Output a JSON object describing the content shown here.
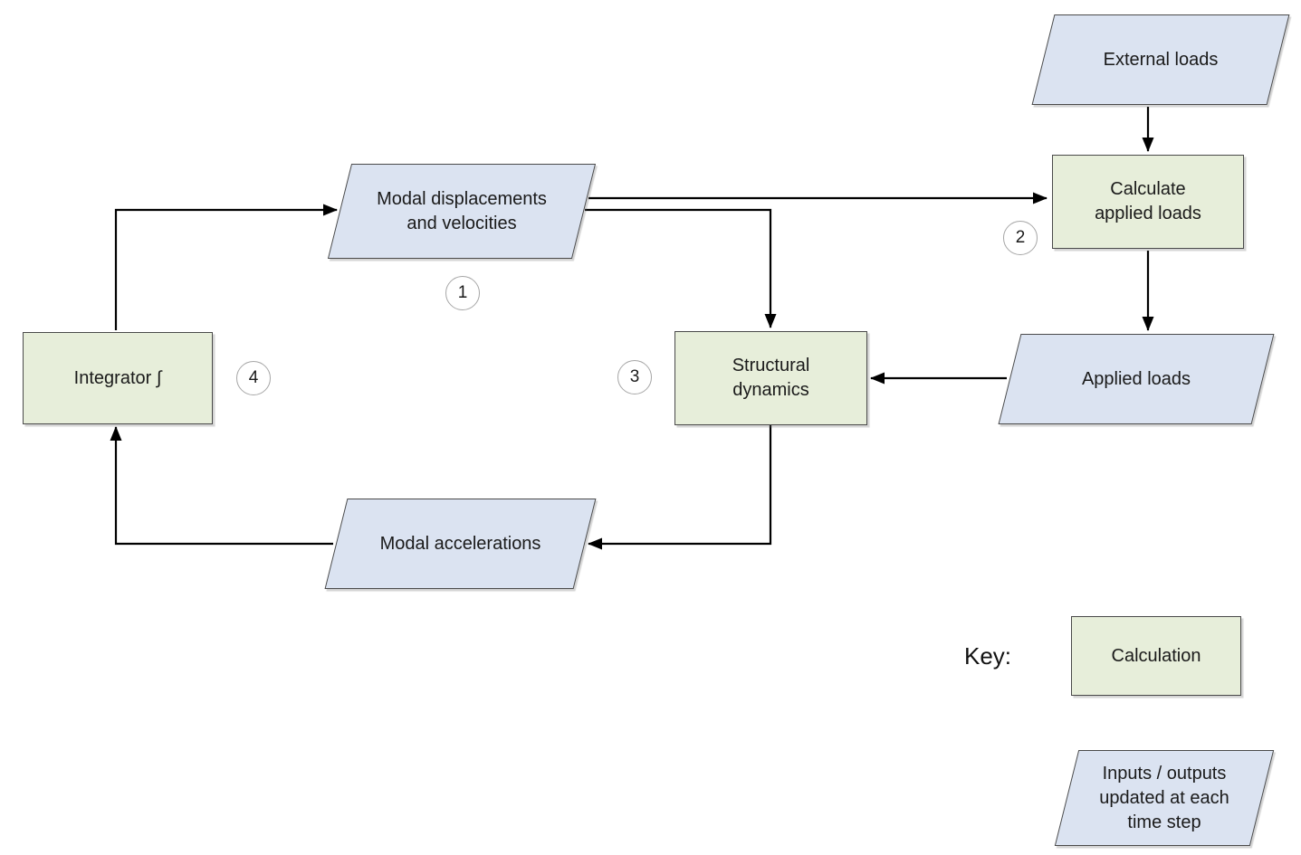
{
  "diagram": {
    "nodes": {
      "external_loads": {
        "label": "External loads",
        "type": "io"
      },
      "calculate_applied_loads": {
        "label": "Calculate\napplied loads",
        "type": "calculation"
      },
      "applied_loads": {
        "label": "Applied loads",
        "type": "io"
      },
      "structural_dynamics": {
        "label": "Structural\ndynamics",
        "type": "calculation"
      },
      "modal_displacements": {
        "label": "Modal displacements\nand velocities",
        "type": "io"
      },
      "integrator": {
        "label": "Integrator  ∫",
        "type": "calculation"
      },
      "modal_accelerations": {
        "label": "Modal accelerations",
        "type": "io"
      }
    },
    "step_badges": {
      "step1": "1",
      "step2": "2",
      "step3": "3",
      "step4": "4"
    },
    "key": {
      "title": "Key:",
      "calculation": "Calculation",
      "inputs_outputs": "Inputs / outputs\nupdated at each\ntime step"
    },
    "colors": {
      "background": "#ffffff",
      "calculation_fill": "#e7eeda",
      "io_fill": "#dbe3f1",
      "shape_border": "#4a4a4a",
      "arrow": "#000000",
      "badge_border": "#a6a6a6"
    }
  }
}
